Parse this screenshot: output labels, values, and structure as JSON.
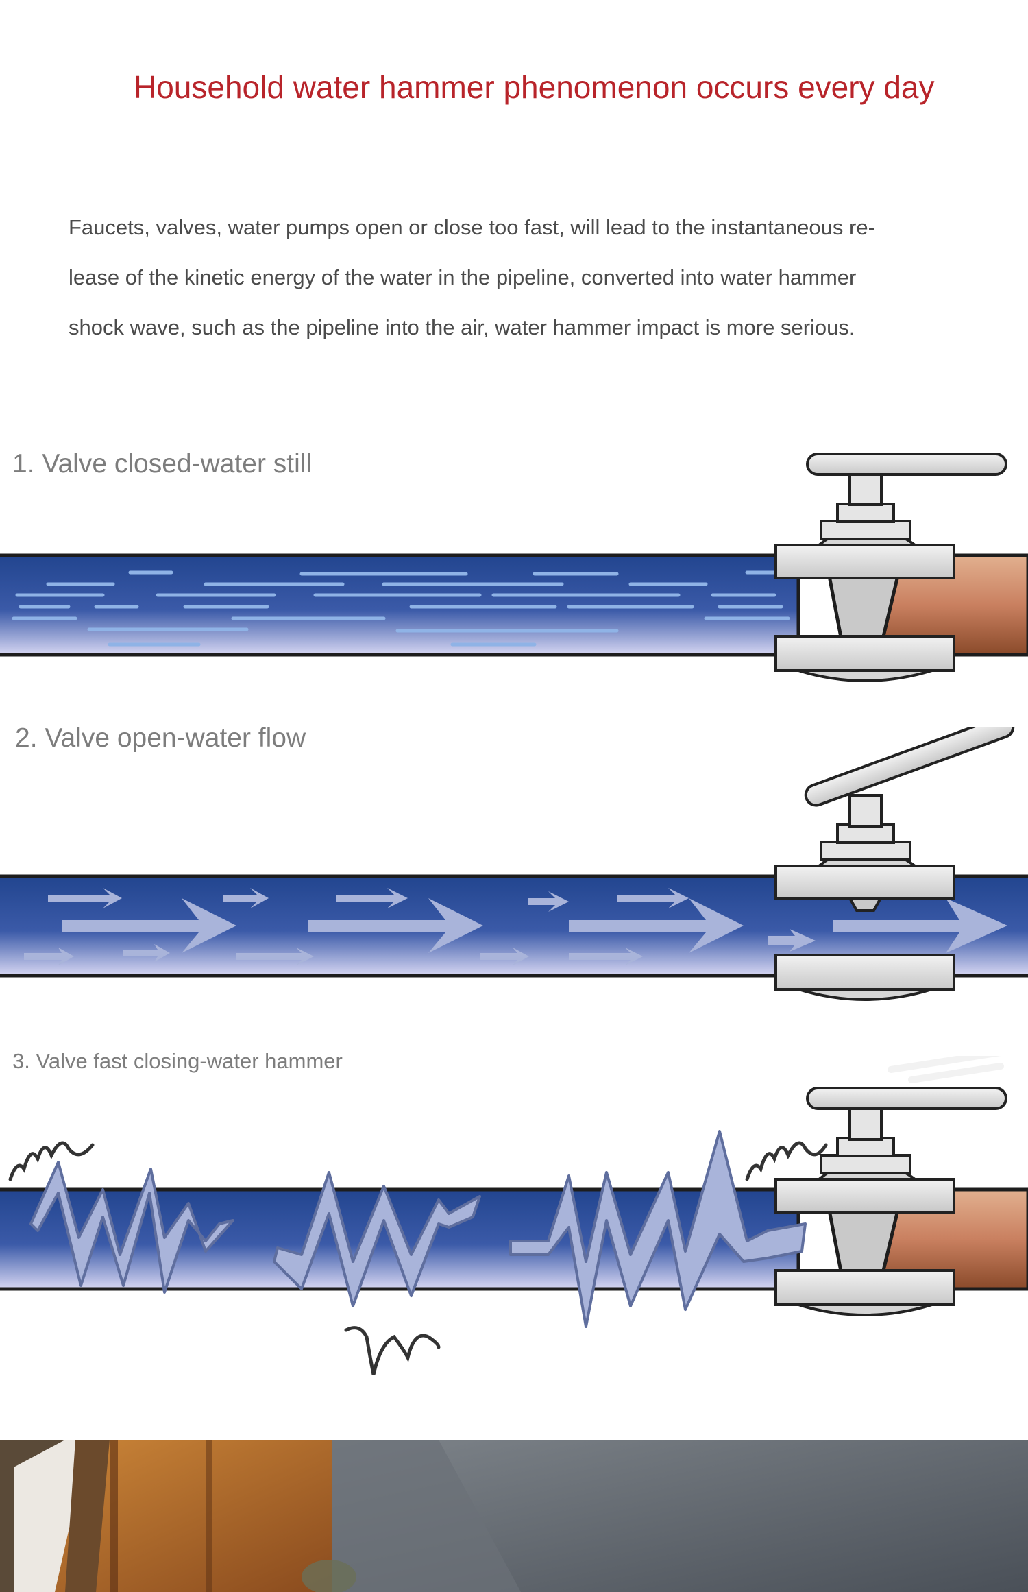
{
  "title": "Household water hammer phenomenon occurs every day",
  "intro": {
    "line1": "Faucets, valves, water pumps open or close too fast, will lead to the instantaneous re-",
    "line2": "lease of the kinetic energy of the water in the pipeline, converted into water hammer",
    "line3": "shock wave, such as the pipeline into the air, water hammer impact is more serious."
  },
  "steps": [
    {
      "label": "1. Valve closed-water still"
    },
    {
      "label": "2. Valve open-water flow"
    },
    {
      "label": "3. Valve fast closing-water hammer"
    }
  ],
  "colors": {
    "title": "#b8242a",
    "pipe_blue": "#2c4f9a",
    "pipe_light": "#d4d7f0",
    "arrow": "#a9b4da",
    "valve_gray": "#d9d9d9",
    "copper": "#c57a55"
  }
}
